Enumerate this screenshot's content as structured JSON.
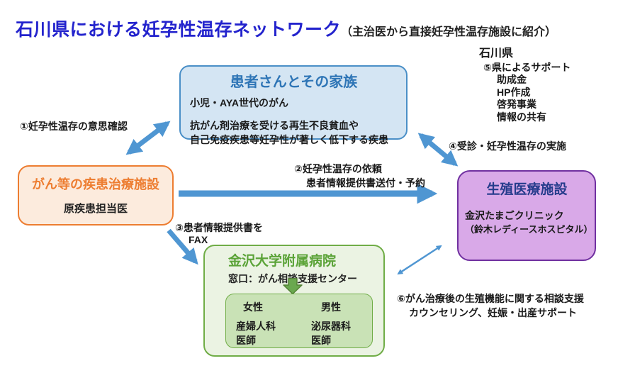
{
  "title": {
    "main": "石川県における妊孕性温存ネットワーク",
    "sub": "（主治医から直接妊孕性温存施設に紹介）"
  },
  "boxes": {
    "patient": {
      "title": "患者さんとその家族",
      "line1": "小児・AYA世代のがん",
      "line2": "抗がん剤治療を受ける再生不良貧血や",
      "line3": "自己免疫疾患等妊孕性が著しく低下する疾患"
    },
    "treatment": {
      "title": "がん等の疾患治療施設",
      "subtitle": "原疾患担当医"
    },
    "reproductive": {
      "title": "生殖医療施設",
      "line1": "金沢たまごクリニック",
      "line2": "（鈴木レディースホスピタル）"
    },
    "university": {
      "title": "金沢大学附属病院",
      "subtitle": "窓口：がん相談支援センター",
      "inner": {
        "female_header": "女性",
        "female_line1": "産婦人科",
        "female_line2": "医師",
        "male_header": "男性",
        "male_line1": "泌尿器科",
        "male_line2": "医師"
      }
    }
  },
  "support": {
    "region": "石川県",
    "heading": "⑤県によるサポート",
    "items": [
      "助成金",
      "HP作成",
      "啓発事業",
      "情報の共有"
    ]
  },
  "steps": {
    "step1": "①妊孕性温存の意思確認",
    "step2_line1": "②妊孕性温存の依頼",
    "step2_line2": "患者情報提供書送付・予約",
    "step3_line1": "③患者情報提供書を",
    "step3_line2": "FAX",
    "step4": "④受診・妊孕性温存の実施",
    "step6_line1": "⑥がん治療後の生殖機能に関する相談支援",
    "step6_line2": "カウンセリング、妊娠・出産サポート"
  },
  "colors": {
    "title_blue": "#2323cd",
    "arrow_blue": "#4f96d2",
    "patient_fill": "#d4e5f3",
    "patient_border": "#4a8fc7",
    "patient_title": "#2e75b6",
    "treatment_fill": "#fcebdd",
    "treatment_border": "#ed7d31",
    "reproductive_fill": "#d9a9e8",
    "reproductive_border": "#7030a0",
    "reproductive_title": "#263c8c",
    "university_fill": "#ebf3e3",
    "university_border": "#70ad47",
    "university_title": "#5ba338",
    "inner_fill": "#c9e2b6",
    "block_arrow_green": "#6aa84f"
  }
}
